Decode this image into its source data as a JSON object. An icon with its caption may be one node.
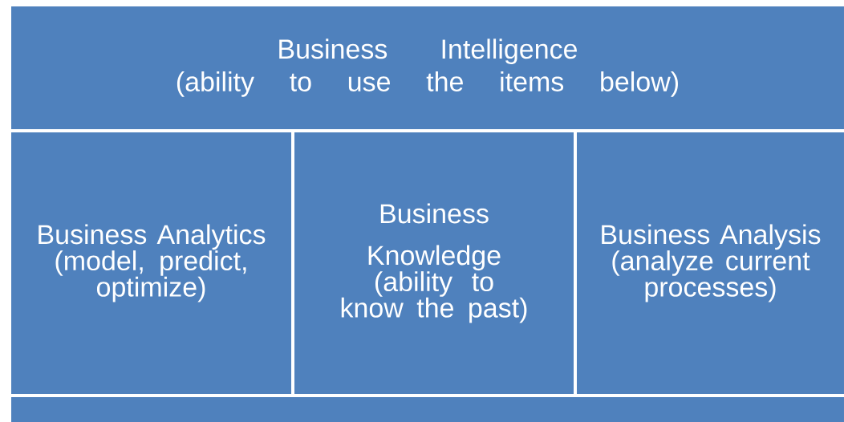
{
  "diagram": {
    "nodes": [
      {
        "text": [
          "Business Intelligence",
          "(ability to use the items below)"
        ]
      },
      {
        "text": [
          "Business Analytics",
          "(model, predict, optimize)"
        ]
      },
      {
        "text": [
          "Business Knowledge",
          "(ability to know the past)"
        ]
      },
      {
        "text": [
          "Business Analysis",
          "(analyze current processes)"
        ]
      },
      {
        "text": [],
        "shape": "box"
      }
    ]
  }
}
